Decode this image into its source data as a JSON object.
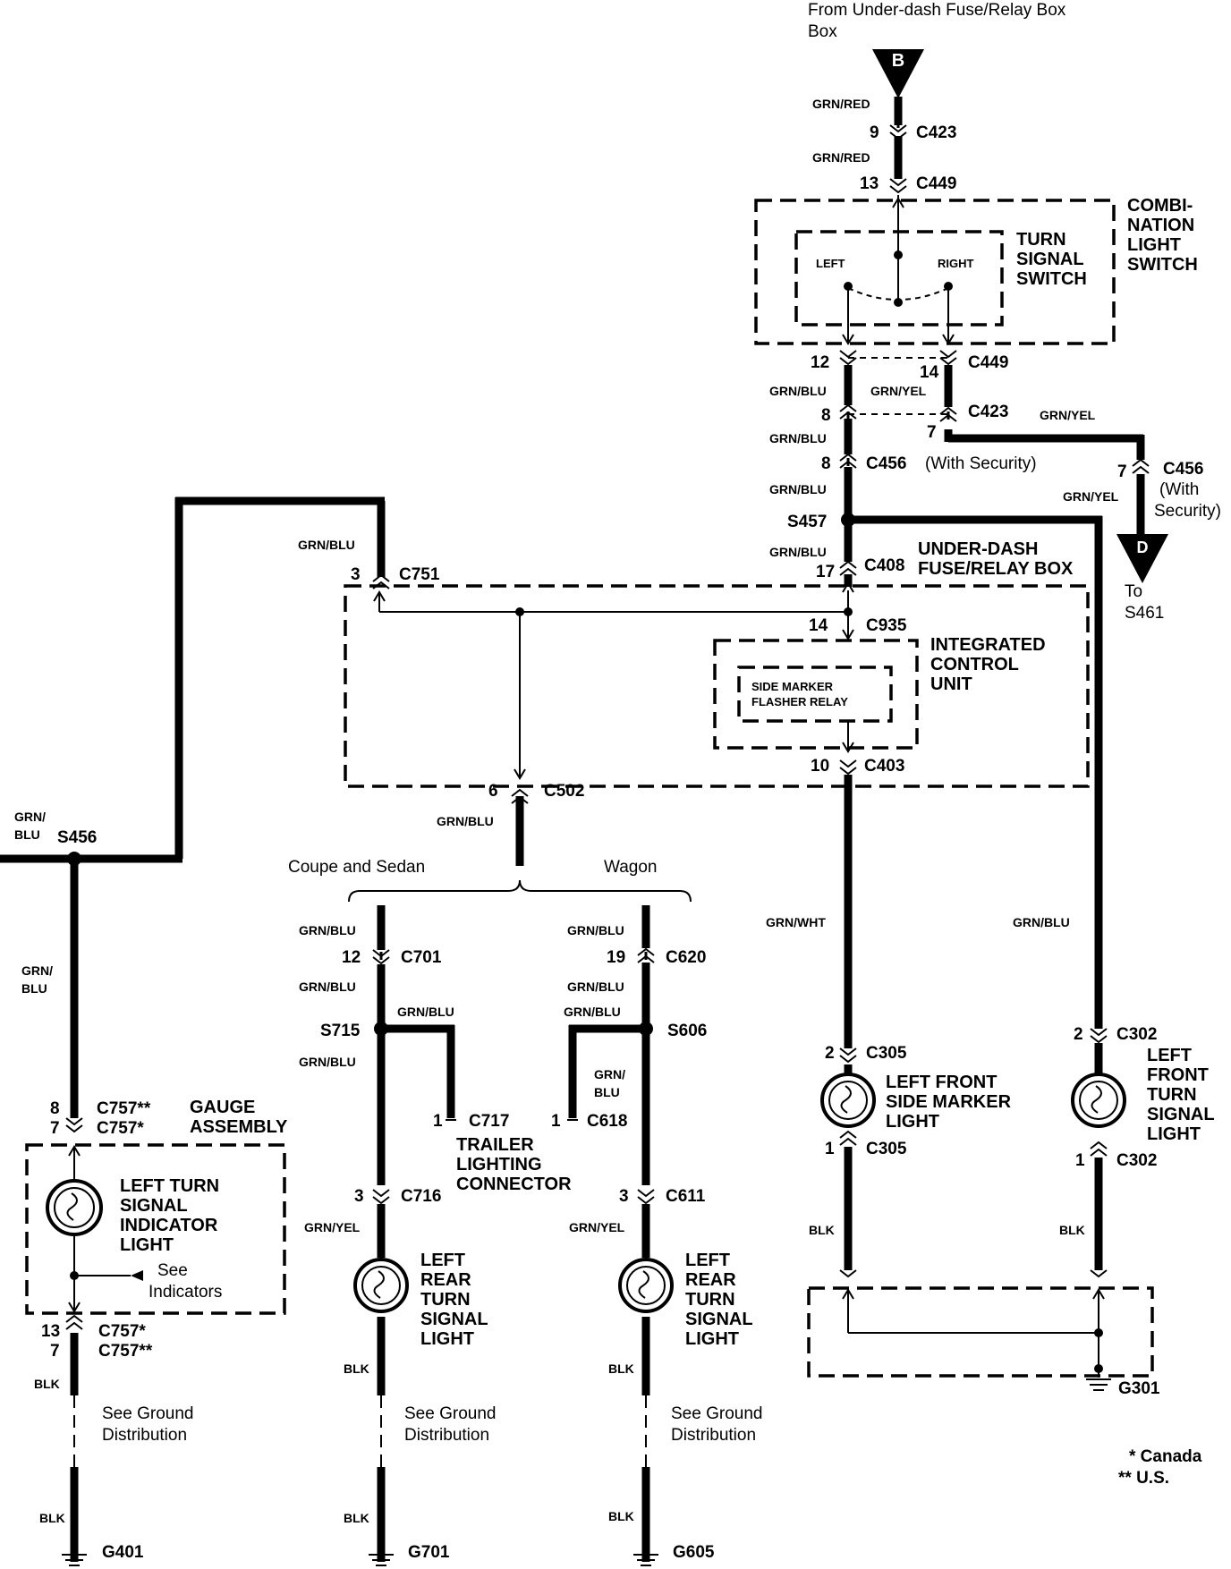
{
  "source": {
    "label": "From Under-dash Fuse/Relay Box",
    "tag": "B"
  },
  "dest": {
    "tag": "D",
    "label_line1": "To",
    "label_line2": "S461"
  },
  "wires": {
    "grn_red": "GRN/RED",
    "grn_blu": "GRN/BLU",
    "grn_yel": "GRN/YEL",
    "grn_wht": "GRN/WHT",
    "blk": "BLK",
    "grn_slash": "GRN/",
    "blu": "BLU"
  },
  "connectors": {
    "c423": "C423",
    "c449": "C449",
    "c456": "C456",
    "c408": "C408",
    "c935": "C935",
    "c403": "C403",
    "c751": "C751",
    "c502": "C502",
    "c701": "C701",
    "c620": "C620",
    "c717": "C717",
    "c618": "C618",
    "c716": "C716",
    "c611": "C611",
    "c305": "C305",
    "c302": "C302",
    "c757_dd": "C757**",
    "c757_d": "C757*"
  },
  "splices": {
    "s457": "S457",
    "s456": "S456",
    "s715": "S715",
    "s606": "S606"
  },
  "pins": {
    "p9": "9",
    "p13": "13",
    "p12": "12",
    "p14": "14",
    "p8": "8",
    "p7": "7",
    "p17": "17",
    "p10": "10",
    "p3": "3",
    "p6": "6",
    "p19": "19",
    "p1": "1",
    "p2": "2"
  },
  "grounds": {
    "g401": "G401",
    "g701": "G701",
    "g605": "G605",
    "g301": "G301"
  },
  "components": {
    "combo_1": "COMBI-",
    "combo_2": "NATION",
    "combo_3": "LIGHT",
    "combo_4": "SWITCH",
    "tss_1": "TURN",
    "tss_2": "SIGNAL",
    "tss_3": "SWITCH",
    "left": "LEFT",
    "right": "RIGHT",
    "udf_1": "UNDER-DASH",
    "udf_2": "FUSE/RELAY BOX",
    "icu_1": "INTEGRATED",
    "icu_2": "CONTROL",
    "icu_3": "UNIT",
    "smr_1": "SIDE MARKER",
    "smr_2": "FLASHER RELAY",
    "ga_1": "GAUGE",
    "ga_2": "ASSEMBLY",
    "ltsi_1": "LEFT TURN",
    "ltsi_2": "SIGNAL",
    "ltsi_3": "INDICATOR",
    "ltsi_4": "LIGHT",
    "see_1": "See",
    "see_2": "Indicators",
    "tlc_1": "TRAILER",
    "tlc_2": "LIGHTING",
    "tlc_3": "CONNECTOR",
    "lrts_1": "LEFT",
    "lrts_2": "REAR",
    "lrts_3": "TURN",
    "lrts_4": "SIGNAL",
    "lrts_5": "LIGHT",
    "lfsm_1": "LEFT FRONT",
    "lfsm_2": "SIDE MARKER",
    "lfsm_3": "LIGHT",
    "lfts_1": "LEFT",
    "lfts_2": "FRONT",
    "lfts_3": "TURN",
    "lfts_4": "SIGNAL",
    "lfts_5": "LIGHT",
    "coupe": "Coupe and Sedan",
    "wagon": "Wagon",
    "gnd_1": "See Ground",
    "gnd_2": "Distribution"
  },
  "notes": {
    "with_security": "(With Security)",
    "with": "(With",
    "security": "Security)",
    "canada": "* Canada",
    "us": "** U.S."
  }
}
